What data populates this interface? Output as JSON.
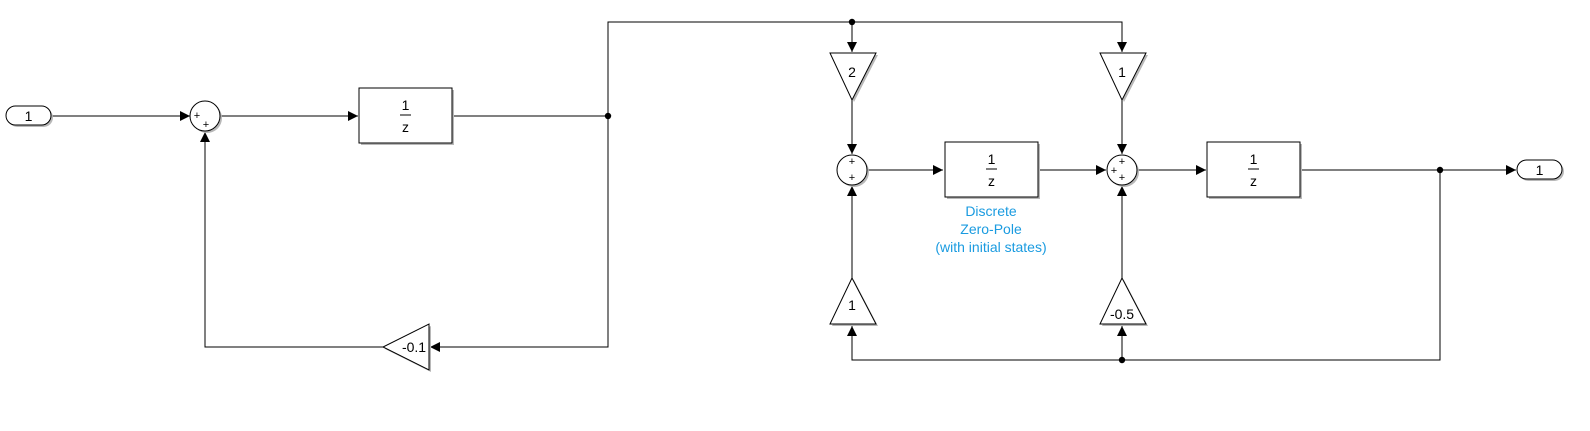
{
  "inport": {
    "label": "1"
  },
  "outport": {
    "label": "1"
  },
  "sum_signs": {
    "plus": "+"
  },
  "delay": {
    "numerator": "1",
    "denominator": "z"
  },
  "gains": {
    "feedback": "-0.1",
    "top_left": "2",
    "top_right": "1",
    "bottom_left": "1",
    "bottom_right": "-0.5"
  },
  "annotation": {
    "line1": "Discrete",
    "line2": "Zero-Pole",
    "line3": "(with initial states)"
  },
  "colors": {
    "annotation": "#1a9be0",
    "line": "#000000",
    "block_fill": "#ffffff",
    "shadow": "#b8b8b8"
  }
}
